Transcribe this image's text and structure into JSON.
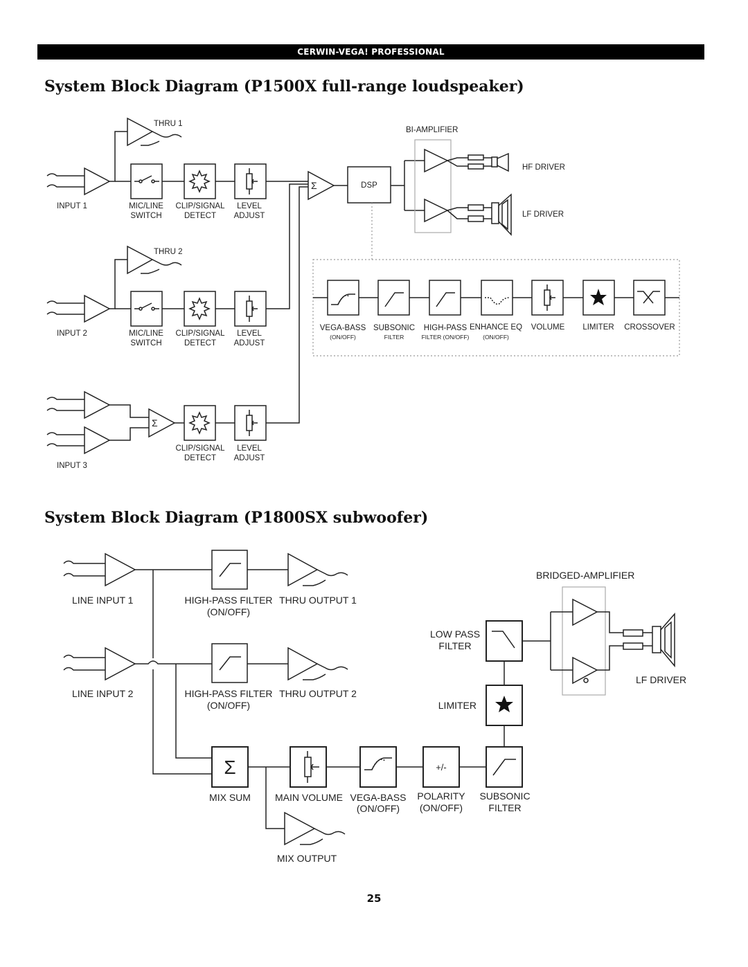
{
  "header": "CERWIN-VEGA! PROFESSIONAL",
  "title1": "System Block Diagram (P1500X full-range loudspeaker)",
  "title2": "System Block Diagram (P1800SX subwoofer)",
  "page_number": "25",
  "d1": {
    "thru1": "THRU 1",
    "thru2": "THRU 2",
    "input1": "INPUT 1",
    "input2": "INPUT 2",
    "input3": "INPUT 3",
    "micline_a": "MIC/LINE",
    "micline_b": "SWITCH",
    "clip_a": "CLIP/SIGNAL",
    "clip_b": "DETECT",
    "level_a": "LEVEL",
    "level_b": "ADJUST",
    "dsp": "DSP",
    "biamp": "BI-AMPLIFIER",
    "hf_driver": "HF DRIVER",
    "lf_driver": "LF DRIVER",
    "vegabass": "VEGA-BASS",
    "vegabass_sub": "(ON/OFF)",
    "subsonic": "SUBSONIC",
    "subsonic_sub": "FILTER",
    "highpass": "HIGH-PASS",
    "highpass_sub": "FILTER (ON/OFF)",
    "enhance": "ENHANCE EQ",
    "enhance_sub": "(ON/OFF)",
    "volume": "VOLUME",
    "limiter": "LIMITER",
    "crossover": "CROSSOVER"
  },
  "d2": {
    "line_input1": "LINE INPUT 1",
    "line_input2": "LINE INPUT 2",
    "hpf": "HIGH-PASS FILTER",
    "hpf_sub": "(ON/OFF)",
    "thru_out1": "THRU OUTPUT 1",
    "thru_out2": "THRU OUTPUT 2",
    "bridged": "BRIDGED-AMPLIFIER",
    "lowpass_a": "LOW PASS",
    "lowpass_b": "FILTER",
    "limiter": "LIMITER",
    "lf_driver": "LF DRIVER",
    "mix_sum": "MIX SUM",
    "main_volume": "MAIN VOLUME",
    "vegabass": "VEGA-BASS",
    "vegabass_sub": "(ON/OFF)",
    "polarity": "POLARITY",
    "polarity_sub": "(ON/OFF)",
    "polarity_symbol": "+/-",
    "subsonic": "SUBSONIC",
    "subsonic_sub": "FILTER",
    "mix_output": "MIX OUTPUT",
    "sigma": "Σ"
  }
}
